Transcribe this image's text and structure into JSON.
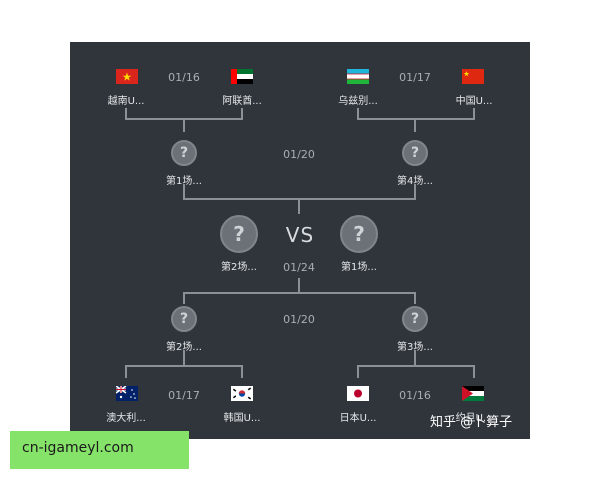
{
  "bracket": {
    "top_left": {
      "date": "01/16",
      "team_a": "越南U...",
      "team_b": "阿联酋..."
    },
    "top_right": {
      "date": "01/17",
      "team_a": "乌兹别...",
      "team_b": "中国U..."
    },
    "qf_top": {
      "date": "01/20",
      "left_label": "第1场...",
      "right_label": "第4场..."
    },
    "final": {
      "vs": "VS",
      "date": "01/24",
      "left_label": "第2场...",
      "right_label": "第1场..."
    },
    "qf_bottom": {
      "date": "01/20",
      "left_label": "第2场...",
      "right_label": "第3场..."
    },
    "bottom_left": {
      "date": "01/17",
      "team_a": "澳大利...",
      "team_b": "韩国U..."
    },
    "bottom_right": {
      "date": "01/16",
      "team_a": "日本U...",
      "team_b": "约旦U..."
    },
    "unknown_mark": "?"
  },
  "watermark": {
    "text": "知乎 @卜算子"
  },
  "banner": {
    "text": "cn-igameyl.com"
  },
  "colors": {
    "panel": "#2f353b",
    "line": "#8a9096",
    "banner": "#86e36a"
  },
  "icons": {
    "flags": [
      "vietnam-flag-icon",
      "uae-flag-icon",
      "uzbekistan-flag-icon",
      "china-flag-icon",
      "australia-flag-icon",
      "south-korea-flag-icon",
      "japan-flag-icon",
      "jordan-flag-icon"
    ],
    "unknown": "question-mark-icon"
  }
}
